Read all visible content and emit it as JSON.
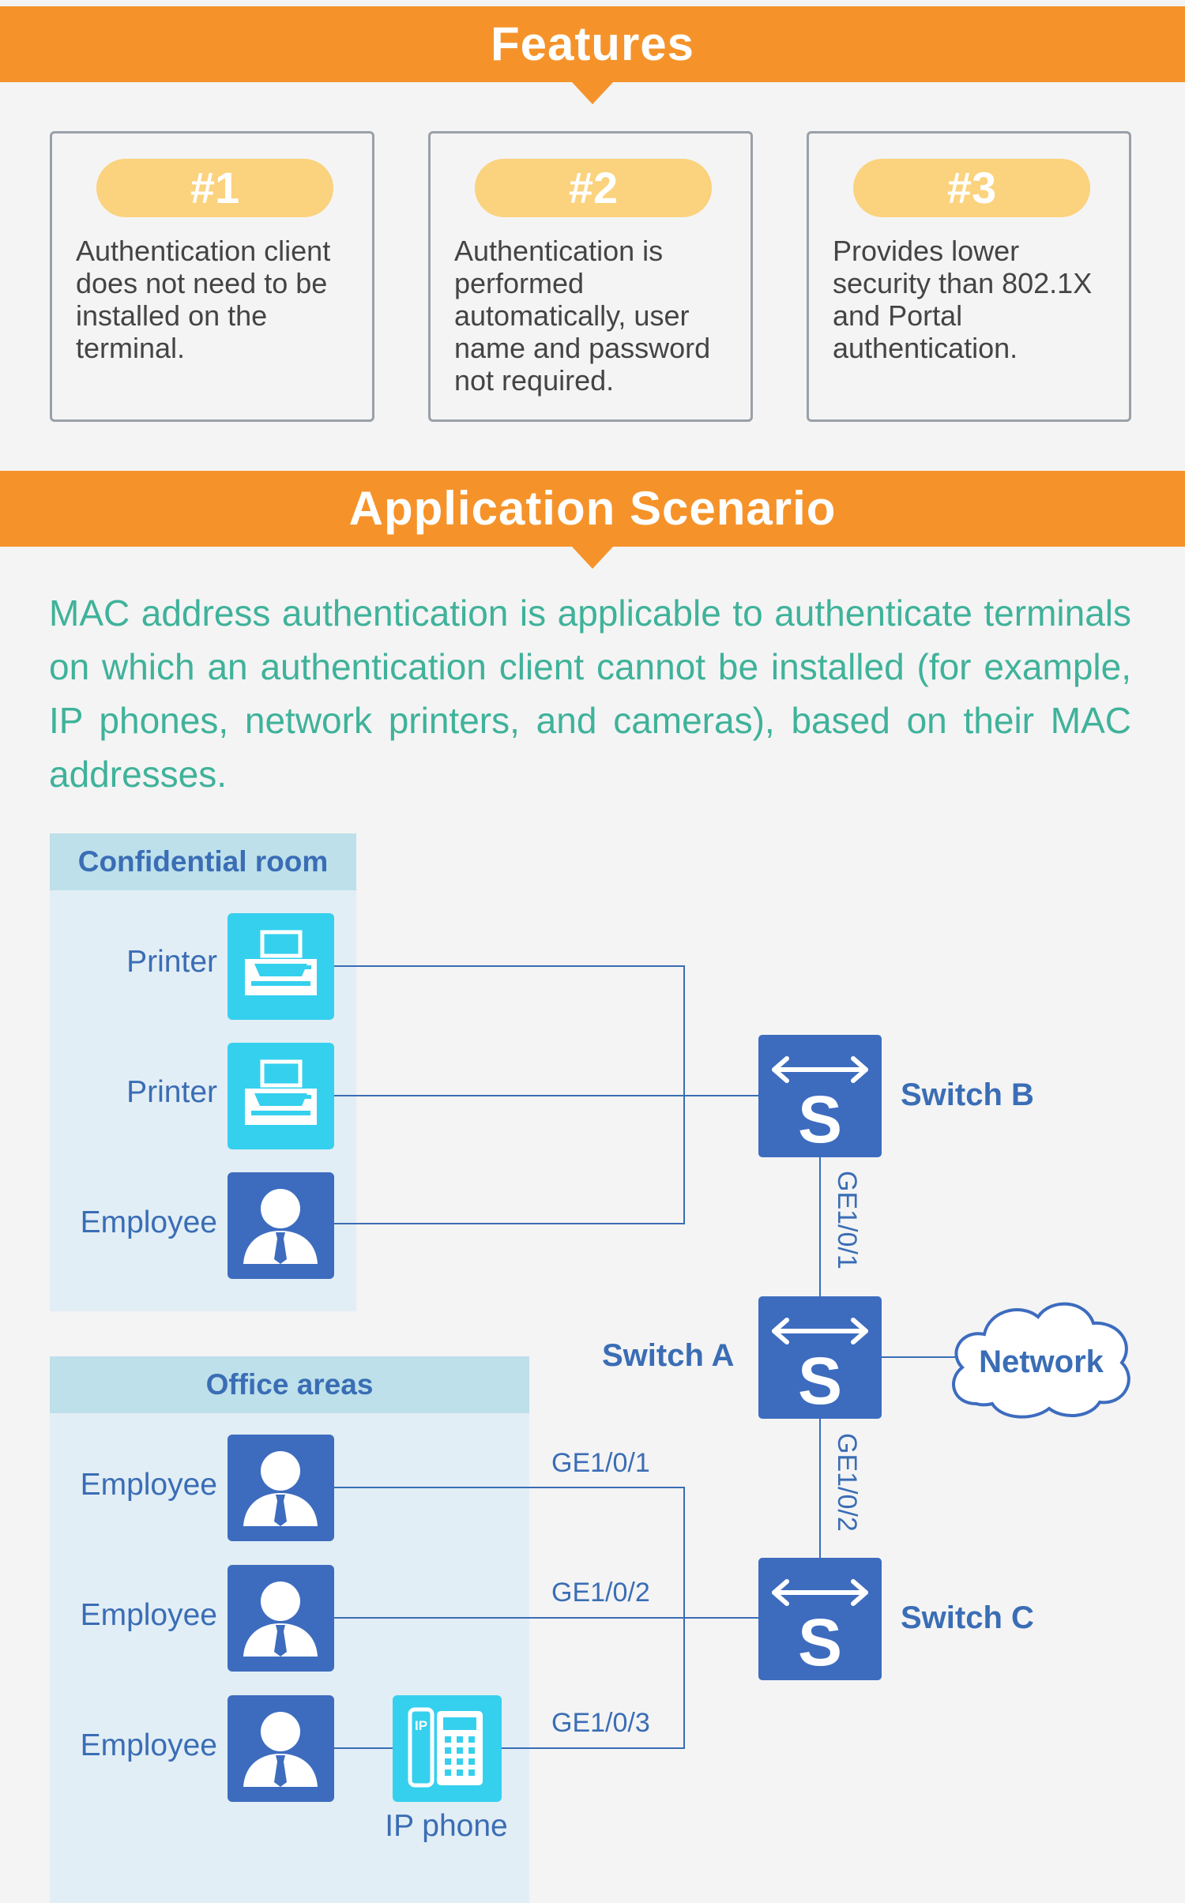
{
  "features": {
    "title": "Features",
    "cards": [
      {
        "num": "#1",
        "text": "Authentication client does not need to be installed on the terminal."
      },
      {
        "num": "#2",
        "text": "Authentication is performed automatically, user name and password not required."
      },
      {
        "num": "#3",
        "text": "Provides lower security than 802.1X and Portal authentication."
      }
    ]
  },
  "scenario": {
    "title": "Application Scenario",
    "description": "MAC address authentication is applicable to authenticate terminals on which an authentication client cannot be installed (for example, IP phones, network printers, and cameras), based on their MAC addresses."
  },
  "diagram": {
    "confidential_room": {
      "title": "Confidential room",
      "devices": [
        "Printer",
        "Printer",
        "Employee"
      ]
    },
    "office_areas": {
      "title": "Office areas",
      "devices": [
        "Employee",
        "Employee",
        "Employee"
      ],
      "ip_phone": "IP phone"
    },
    "switches": {
      "a": "Switch A",
      "b": "Switch B",
      "c": "Switch C",
      "glyph": "S"
    },
    "network": "Network",
    "ports": {
      "a_to_b": "GE1/0/1",
      "a_to_c": "GE1/0/2",
      "c_port1": "GE1/0/1",
      "c_port2": "GE1/0/2",
      "c_port3": "GE1/0/3"
    },
    "colors": {
      "switch_blue": "#3d6cbf",
      "icon_cyan": "#35d0ee",
      "line_blue": "#3a6db5",
      "accent_orange": "#f5932a",
      "pill_yellow": "#fbd27d",
      "text_teal": "#3fb29a"
    }
  }
}
